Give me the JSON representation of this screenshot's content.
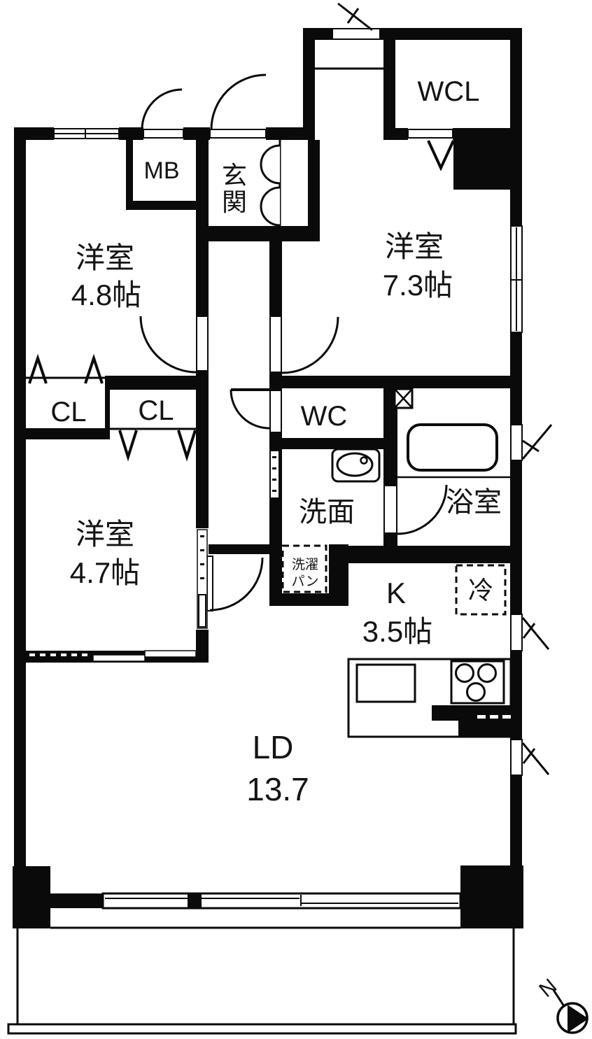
{
  "palette": {
    "wall": "#0a0a0a",
    "bg": "#ffffff"
  },
  "rooms": {
    "wcl": {
      "label": "WCL"
    },
    "mb": {
      "label": "MB"
    },
    "genkan": {
      "line1": "玄",
      "line2": "関"
    },
    "bedroom_nw": {
      "label": "洋室",
      "size": "4.8帖"
    },
    "bedroom_ne": {
      "label": "洋室",
      "size": "7.3帖"
    },
    "closet_left": {
      "label": "CL"
    },
    "closet_right": {
      "label": "CL"
    },
    "bedroom_sw": {
      "label": "洋室",
      "size": "4.7帖"
    },
    "wc": {
      "label": "WC"
    },
    "washroom": {
      "label": "洗面"
    },
    "bath": {
      "label": "浴室"
    },
    "laundry_pan": {
      "line1": "洗濯",
      "line2": "パン"
    },
    "kitchen": {
      "label": "K",
      "size": "3.5帖"
    },
    "fridge": {
      "label": "冷"
    },
    "living_dining": {
      "label": "LD",
      "size": "13.7"
    }
  },
  "compass": {
    "label": "N"
  }
}
